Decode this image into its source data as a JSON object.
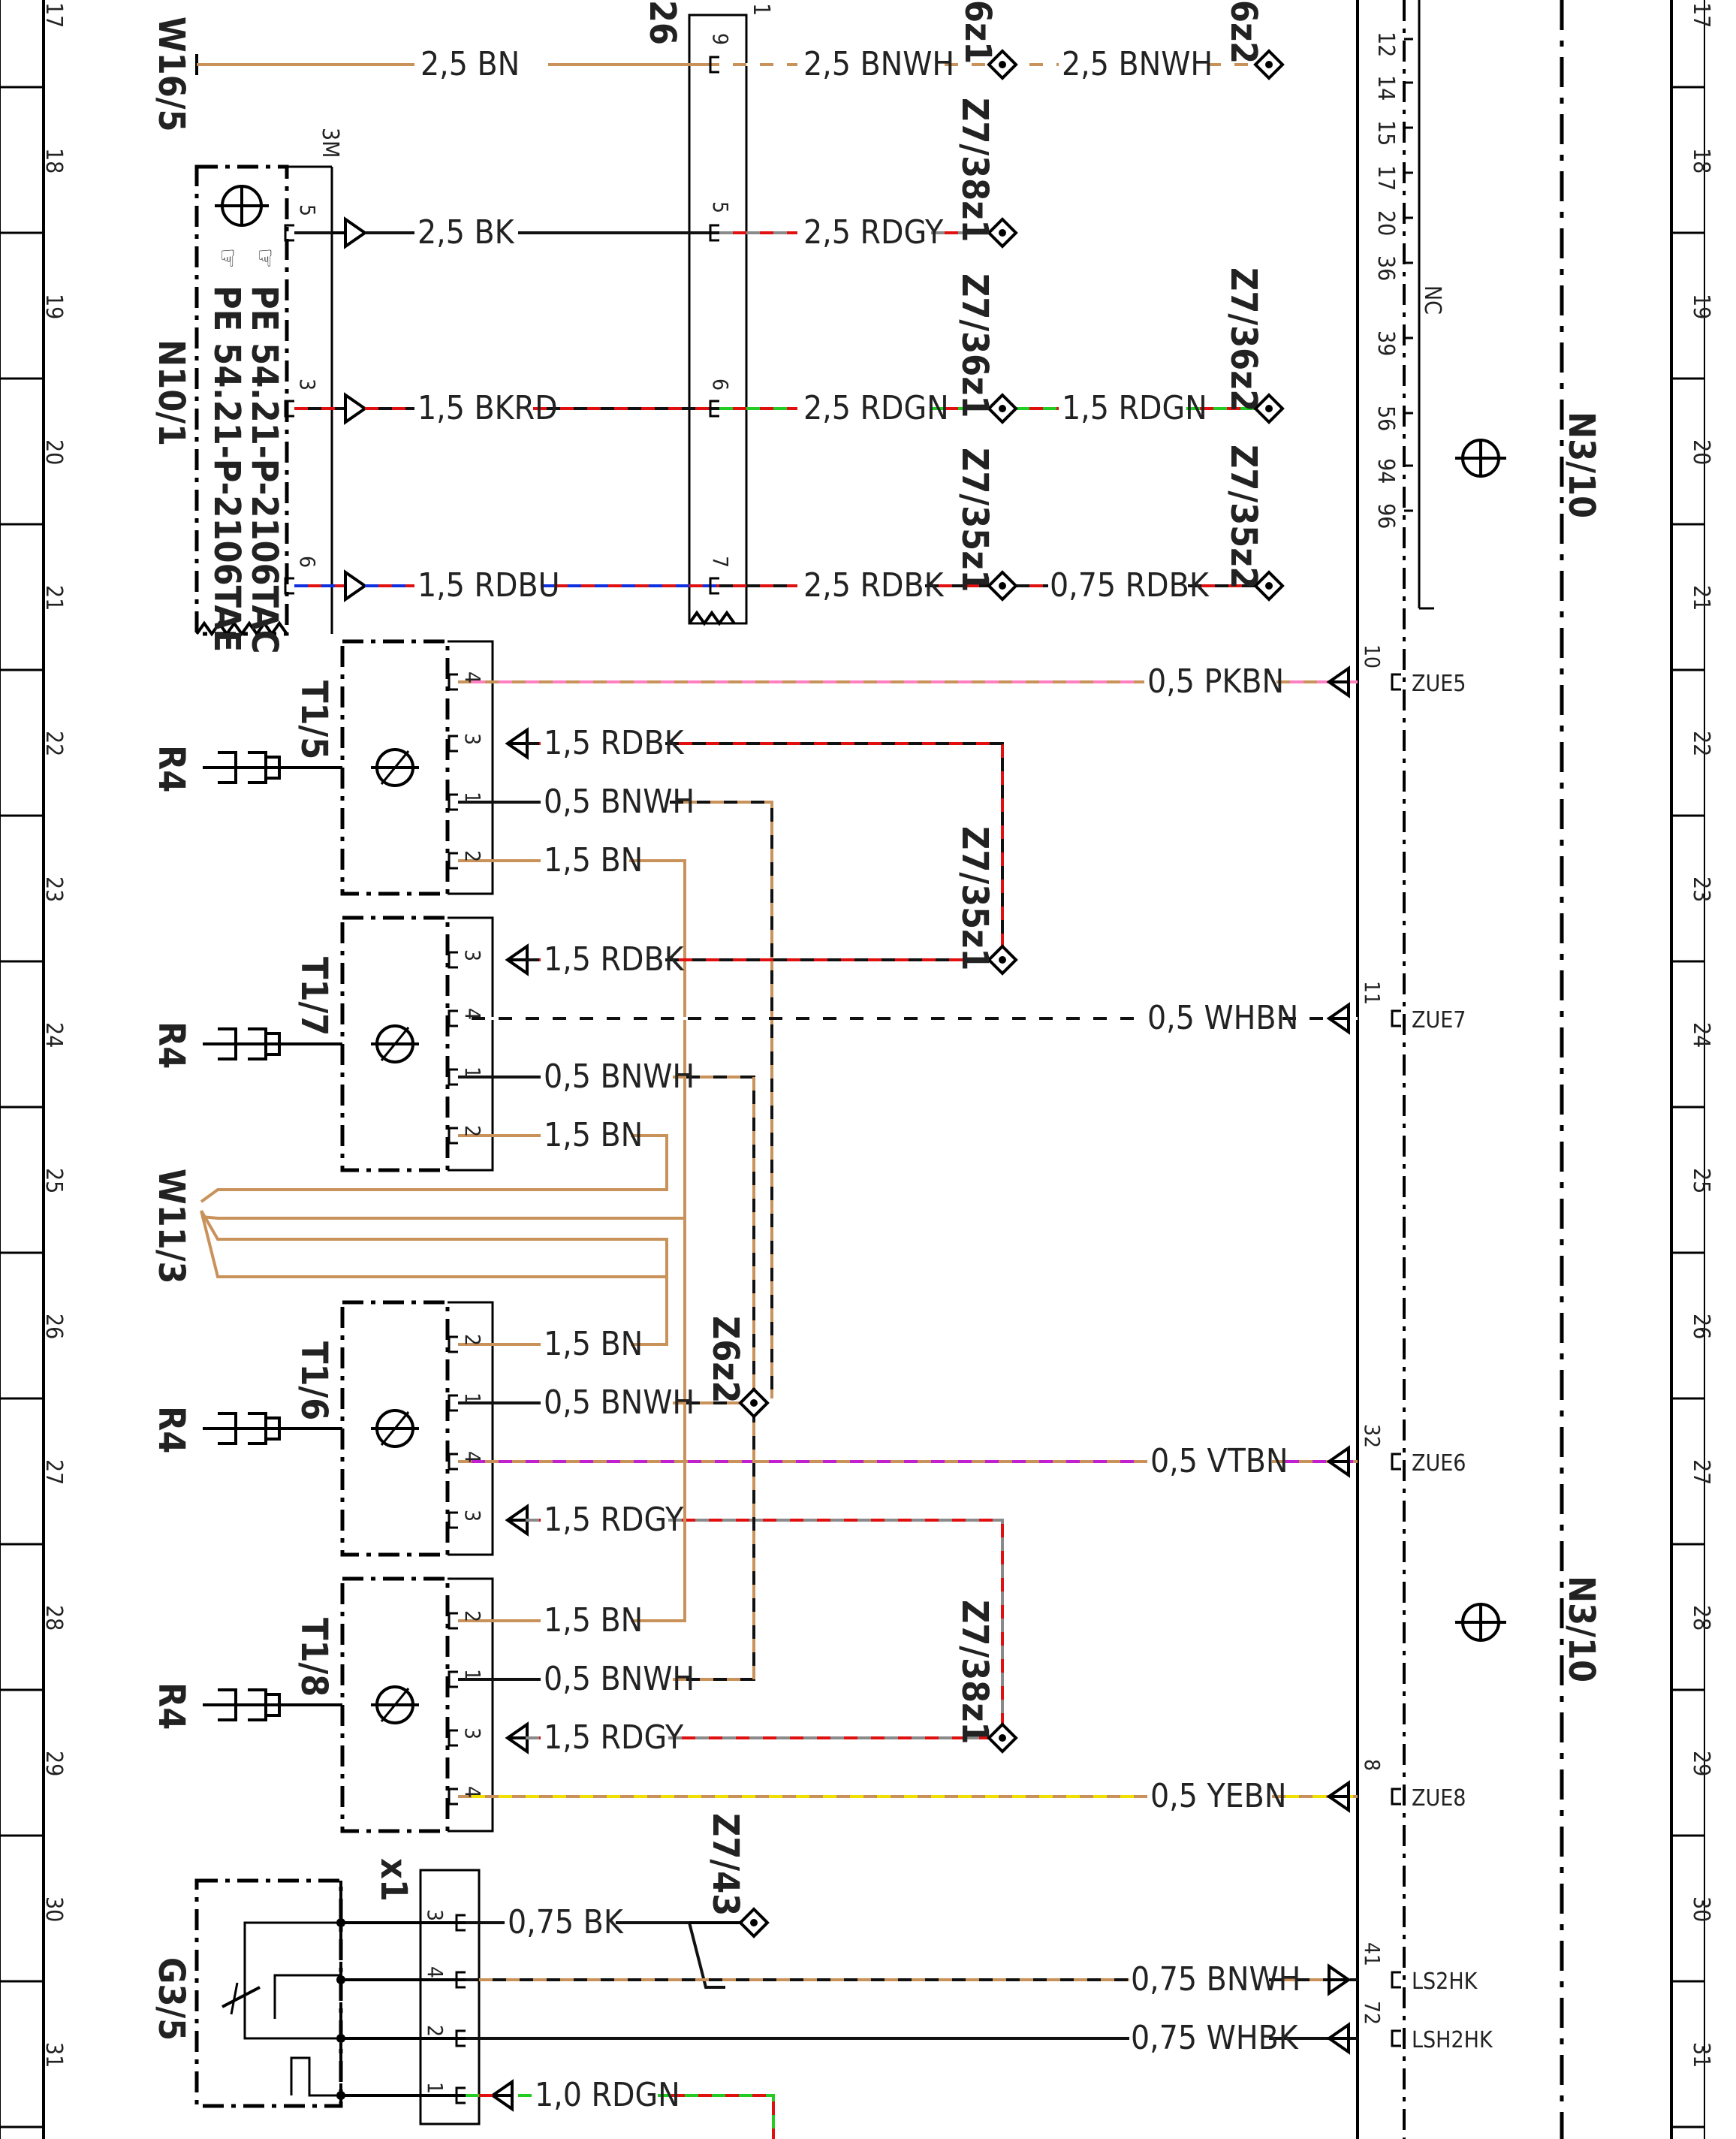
{
  "grid_rows": [
    "17",
    "18",
    "19",
    "20",
    "21",
    "22",
    "23",
    "24",
    "25",
    "26",
    "27",
    "28",
    "29",
    "30",
    "31"
  ],
  "components": {
    "w16_5": "W16/5",
    "n10_1": "N10/1",
    "n10_1_pe1": "PE 54.21-P-2106TAC",
    "n10_1_pe2": "PE 54.21-P-2106TAE",
    "n10_1_conn": "3M",
    "x26": "26",
    "x26_pin_top": "1",
    "r4": "R4",
    "t1_5": "T1/5",
    "t1_7": "T1/7",
    "t1_6": "T1/6",
    "t1_8": "T1/8",
    "w11_3": "W11/3",
    "g3_5": "G3/5",
    "x1": "x1",
    "n3_10": "N3/10",
    "nc": "NC"
  },
  "splices": {
    "z36z1": "6z1",
    "z36z2_top": "6z2",
    "z7_38z1": "Z7/38z1",
    "z7_36z1": "Z7/36z1",
    "z7_36z2": "Z7/36z2",
    "z7_35z1": "Z7/35z1",
    "z7_35z2": "Z7/35z2",
    "z7_35z1_b": "Z7/35z1",
    "z6z2": "Z6z2",
    "z7_38z1_b": "Z7/38z1",
    "z7_43": "Z7/43"
  },
  "wires": {
    "w1": "2,5  BN",
    "w2": "2,5  BNWH",
    "w3": "2,5  BNWH",
    "w4": "2,5  BK",
    "w5": "2,5  RDGY",
    "w6": "1,5  BKRD",
    "w7": "2,5  RDGN",
    "w8": "1,5  RDGN",
    "w9": "1,5  RDBU",
    "w10": "2,5  RDBK",
    "w11": "0,75  RDBK",
    "w12": "0,5  PKBN",
    "w13": "1,5  RDBK",
    "w14": "0,5  BNWH",
    "w15": "1,5  BN",
    "w16": "1,5  RDBK",
    "w17": "0,5  WHBN",
    "w18": "0,5  BNWH",
    "w19": "1,5  BN",
    "w20": "1,5  BN",
    "w21": "0,5  BNWH",
    "w22": "0,5  VTBN",
    "w23": "1,5  RDGY",
    "w24": "1,5  BN",
    "w25": "0,5  BNWH",
    "w26": "1,5  RDGY",
    "w27": "0,5  YEBN",
    "w28": "0,75  BK",
    "w29": "0,75  BNWH",
    "w30": "0,75  WHBK",
    "w31": "1,0  RDGN"
  },
  "n3_pins": {
    "top_list": [
      "12",
      "14",
      "15",
      "17",
      "20",
      "36",
      "39",
      "56",
      "94",
      "96"
    ],
    "p10": "10",
    "zue5": "ZUE5",
    "p11": "11",
    "zue7": "ZUE7",
    "p32": "32",
    "zue6": "ZUE6",
    "p8": "8",
    "zue8": "ZUE8",
    "p41": "41",
    "ls2hk": "LS2HK",
    "p72": "72",
    "lsh2hk": "LSH2HK"
  },
  "pins": {
    "n10_p5": "5",
    "n10_p3": "3",
    "n10_p6": "6",
    "x26_p9": "9",
    "x26_p5": "5",
    "x26_p6": "6",
    "x26_p7": "7",
    "t15_p4": "4",
    "t15_p3": "3",
    "t15_p1": "1",
    "t15_p2": "2",
    "t17_p3": "3",
    "t17_p4": "4",
    "t17_p1": "1",
    "t17_p2": "2",
    "t16_p2": "2",
    "t16_p1": "1",
    "t16_p4": "4",
    "t16_p3": "3",
    "t18_p2": "2",
    "t18_p1": "1",
    "t18_p3": "3",
    "t18_p4": "4",
    "x1_p3": "3",
    "x1_p4": "4",
    "x1_p2": "2",
    "x1_p1": "1"
  },
  "colors": {
    "bn": "#c8925a",
    "bk": "#111111",
    "rd": "#e01010",
    "gn": "#22cc22",
    "bu": "#1030e0",
    "gy": "#8a8a8a",
    "wh": "#ffffff",
    "pk": "#ff80c0",
    "vt": "#c020d0",
    "ye": "#f0e000"
  }
}
